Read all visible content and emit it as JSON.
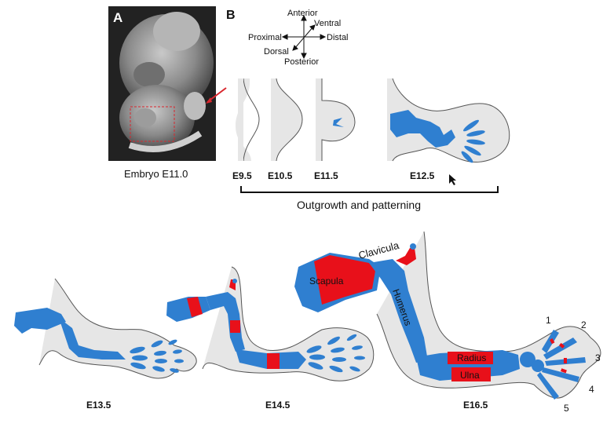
{
  "panel_a": {
    "letter": "A",
    "caption": "Embryo E11.0"
  },
  "panel_b": {
    "letter": "B",
    "axes": {
      "anterior": "Anterior",
      "posterior": "Posterior",
      "proximal": "Proximal",
      "distal": "Distal",
      "dorsal": "Dorsal",
      "ventral": "Ventral"
    },
    "stages": [
      "E9.5",
      "E10.5",
      "E11.5",
      "E12.5"
    ],
    "bracket_label": "Outgrowth and patterning"
  },
  "lower_stages": [
    "E13.5",
    "E14.5",
    "E16.5"
  ],
  "bone_labels": {
    "clavicula": "Clavicula",
    "scapula": "Scapula",
    "humerus": "Humerus",
    "radius": "Radius",
    "ulna": "Ulna"
  },
  "digits": [
    "1",
    "2",
    "3",
    "4",
    "5"
  ],
  "colors": {
    "cartilage": "#2f7fd0",
    "bone": "#e8101a",
    "limb_fill": "#e6e6e6",
    "outline": "#555555",
    "arrow": "#d9272e"
  }
}
